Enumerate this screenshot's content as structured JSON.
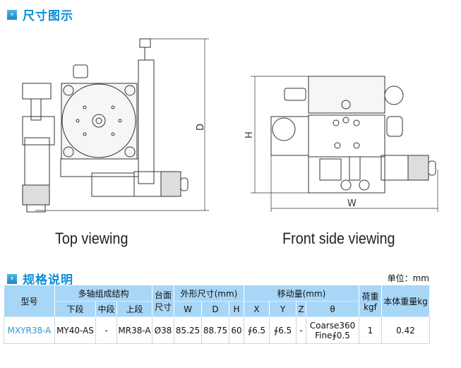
{
  "sections": {
    "dimensions": "尺寸图示",
    "specs": "规格说明"
  },
  "views": {
    "top": "Top viewing",
    "front": "Front side viewing",
    "dim_d": "D",
    "dim_h": "H",
    "dim_w": "W"
  },
  "unit": "单位：mm",
  "table": {
    "headers": {
      "model": "型号",
      "structure": "多轴组成结构",
      "lower": "下段",
      "middle": "中段",
      "upper": "上段",
      "table_size": "台面尺寸",
      "outline": "外形尺寸(mm)",
      "w": "W",
      "d": "D",
      "h": "H",
      "travel": "移动量(mm)",
      "x": "X",
      "y": "Y",
      "z": "Z",
      "theta": "θ",
      "load": "荷重kgf",
      "weight": "本体重量kg"
    },
    "rows": [
      {
        "model": "MXYR38-A",
        "lower": "MY40-AS",
        "middle": "-",
        "upper": "MR38-A",
        "table_size": "Ø38",
        "w": "85.25",
        "d": "88.75",
        "h": "60",
        "x": "∮6.5",
        "y": "∮6.5",
        "z": "-",
        "theta_coarse": "Coarse360",
        "theta_fine": "Fine∮0.5",
        "load": "1",
        "weight": "0.42"
      }
    ]
  }
}
